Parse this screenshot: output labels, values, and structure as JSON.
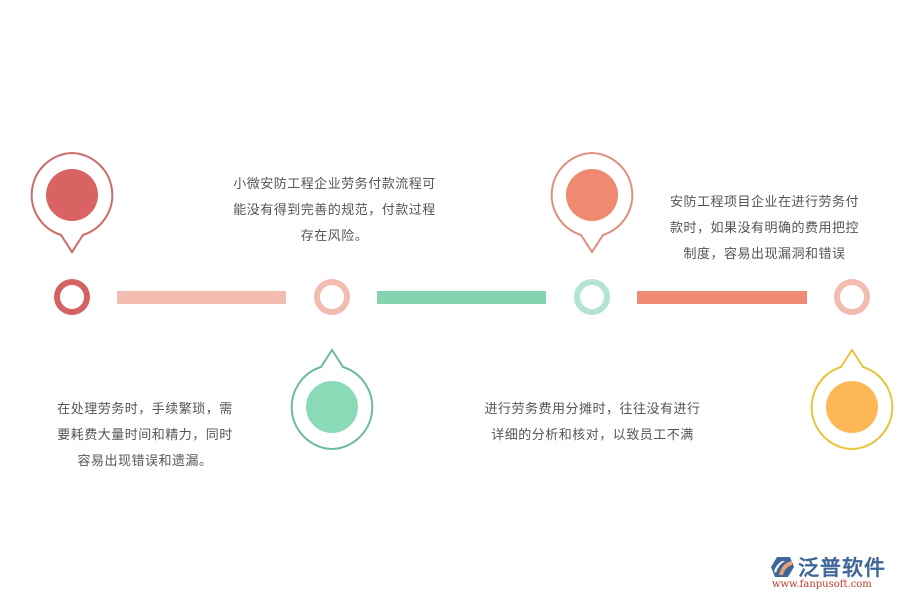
{
  "timeline": {
    "bars": [
      {
        "color": "#f2bcb0"
      },
      {
        "color": "#85d3b0"
      },
      {
        "color": "#ef8a74"
      }
    ],
    "rings": [
      {
        "color": "#d36363"
      },
      {
        "color": "#f2bcb0"
      },
      {
        "color": "#b2e4cf"
      },
      {
        "color": "#f2bcb0"
      }
    ]
  },
  "pins": [
    {
      "position": "top",
      "outline": "#cd6b6b",
      "fill": "#d96262"
    },
    {
      "position": "bottom",
      "outline": "#6cbc98",
      "fill": "#8ad9b7"
    },
    {
      "position": "top",
      "outline": "#e0907f",
      "fill": "#ef8970"
    },
    {
      "position": "bottom",
      "outline": "#e8c43c",
      "fill": "#fdb756"
    }
  ],
  "notes": [
    {
      "lines": [
        "小微安防工程企业劳务付款流程可",
        "能没有得到完善的规范，付款过程",
        "存在风险。"
      ]
    },
    {
      "lines": [
        "安防工程项目企业在进行劳务付",
        "款时，如果没有明确的费用把控",
        "制度，容易出现漏洞和错误"
      ]
    },
    {
      "lines": [
        "在处理劳务时，手续繁琐，需",
        "要耗费大量时间和精力，同时",
        "容易出现错误和遗漏。"
      ]
    },
    {
      "lines": [
        "进行劳务费用分摊时，往往没有进行",
        "详细的分析和核对，以致员工不满"
      ]
    }
  ],
  "logo": {
    "name": "泛普软件",
    "url": "www.fanpusoft.com",
    "icon": "fanpu-logo-icon"
  }
}
